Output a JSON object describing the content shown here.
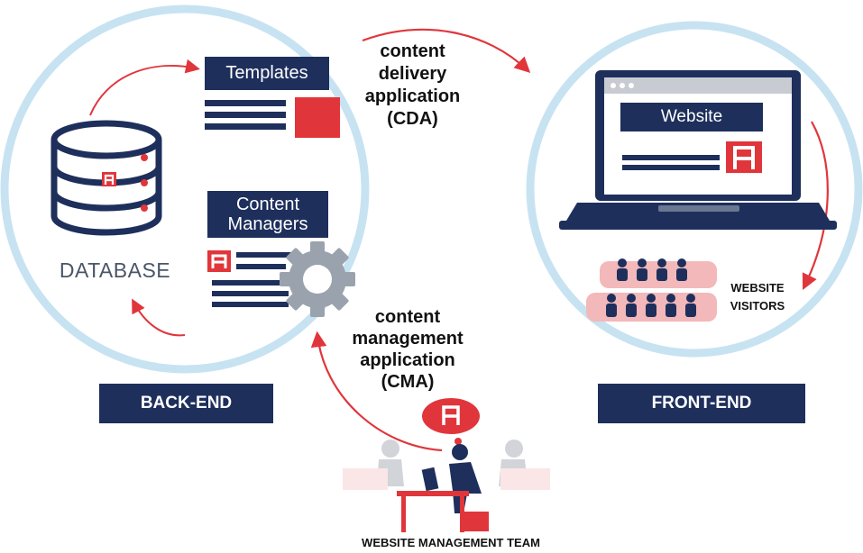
{
  "back_end": {
    "label": "BACK-END",
    "database_label": "DATABASE",
    "templates_label": "Templates",
    "content_managers_label_line1": "Content",
    "content_managers_label_line2": "Managers"
  },
  "cda": {
    "line1": "content",
    "line2": "delivery",
    "line3": "application",
    "line4": "(CDA)"
  },
  "cma": {
    "line1": "content",
    "line2": "management",
    "line3": "application",
    "line4": "(CMA)"
  },
  "front_end": {
    "label": "FRONT-END",
    "website_label": "Website",
    "visitors_line1": "WEBSITE",
    "visitors_line2": "VISITORS"
  },
  "team": {
    "label": "WEBSITE MANAGEMENT TEAM"
  },
  "colors": {
    "navy": "#1e2f5c",
    "red": "#e0363b",
    "circle": "#c7e3f2",
    "gear": "#9aa3ad"
  }
}
